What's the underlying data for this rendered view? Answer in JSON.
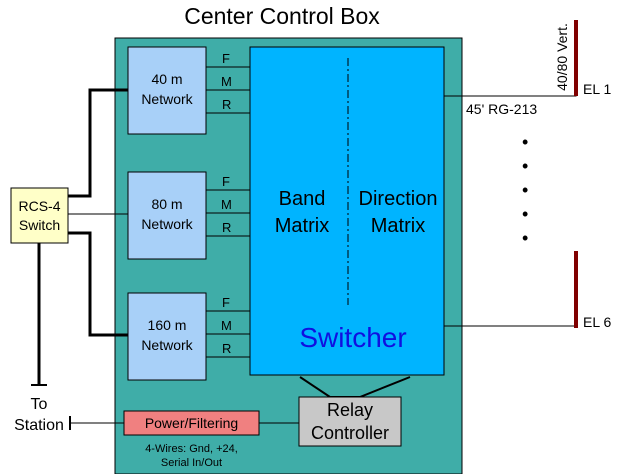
{
  "title": "Center Control Box",
  "colors": {
    "control_box": "#3fada8",
    "network": "#a8d0f8",
    "switcher": "#00b4ff",
    "switch_box": "#ffffc8",
    "power": "#f08080",
    "relay": "#c8c8c8",
    "antenna": "#800000"
  },
  "networks": [
    {
      "line1": "40 m",
      "line2": "Network",
      "ports": [
        "F",
        "M",
        "R"
      ]
    },
    {
      "line1": "80 m",
      "line2": "Network",
      "ports": [
        "F",
        "M",
        "R"
      ]
    },
    {
      "line1": "160 m",
      "line2": "Network",
      "ports": [
        "F",
        "M",
        "R"
      ]
    }
  ],
  "switcher": {
    "band_line1": "Band",
    "band_line2": "Matrix",
    "direction_line1": "Direction",
    "direction_line2": "Matrix",
    "label": "Switcher"
  },
  "rcs_switch": {
    "line1": "RCS-4",
    "line2": "Switch"
  },
  "to_station": {
    "line1": "To",
    "line2": "Station"
  },
  "power_filtering": {
    "label": "Power/Filtering",
    "note_line1": "4-Wires: Gnd, +24,",
    "note_line2": "Serial In/Out"
  },
  "relay_controller": {
    "line1": "Relay",
    "line2": "Controller"
  },
  "antennas": {
    "vertical_label": "40/80 Vert.",
    "el1": "EL 1",
    "el6": "EL 6",
    "cable": "45' RG-213",
    "dots": [
      "•",
      "•",
      "•",
      "•",
      "•"
    ]
  }
}
